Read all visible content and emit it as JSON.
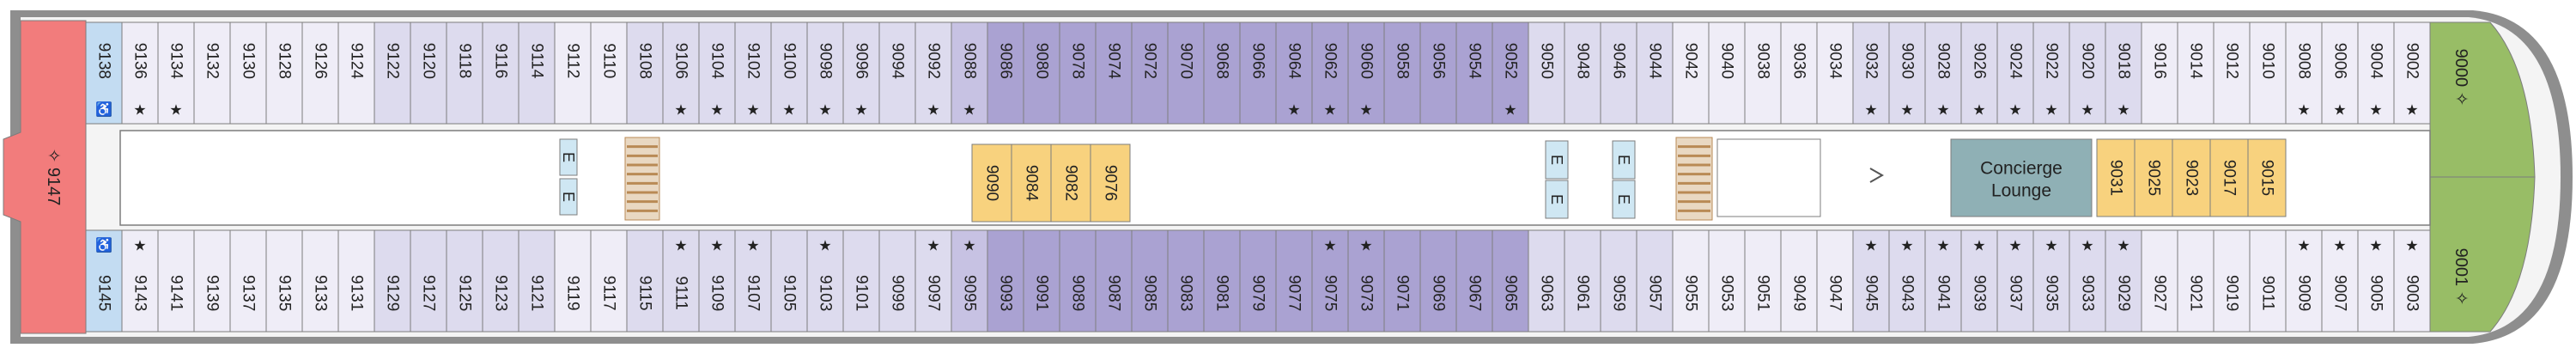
{
  "colors": {
    "cabin_1": "#efedf7",
    "cabin_2": "#dddbee",
    "cabin_3": "#c7c2e3",
    "cabin_4": "#aaa2d2",
    "suite_left": "#c3dcf2",
    "suite_bow": "#98bd66",
    "aft": "#f27c7c",
    "yellow": "#f8d27e",
    "lounge": "#8fb0b5",
    "hull": "#8e8e8e",
    "elevator": "#cfe7f3",
    "stairs": "#b98a55",
    "corridor": "#ffffff",
    "outline": "#7d7d7d"
  },
  "markers": {
    "star": "★",
    "diamond": "✧",
    "accessible": "♿"
  },
  "aft_cabin": {
    "label": "9147"
  },
  "top_row": [
    {
      "num": "9138",
      "style": "suite_left",
      "mark": "accessible"
    },
    {
      "num": "9136",
      "style": "cabin_1",
      "mark": "star"
    },
    {
      "num": "9134",
      "style": "cabin_1",
      "mark": "star"
    },
    {
      "num": "9132",
      "style": "cabin_1"
    },
    {
      "num": "9130",
      "style": "cabin_1"
    },
    {
      "num": "9128",
      "style": "cabin_1"
    },
    {
      "num": "9126",
      "style": "cabin_1"
    },
    {
      "num": "9124",
      "style": "cabin_1"
    },
    {
      "num": "9122",
      "style": "cabin_2"
    },
    {
      "num": "9120",
      "style": "cabin_2"
    },
    {
      "num": "9118",
      "style": "cabin_2"
    },
    {
      "num": "9116",
      "style": "cabin_2"
    },
    {
      "num": "9114",
      "style": "cabin_2"
    },
    {
      "num": "9112",
      "style": "cabin_1"
    },
    {
      "num": "9110",
      "style": "cabin_1"
    },
    {
      "num": "9108",
      "style": "cabin_2"
    },
    {
      "num": "9106",
      "style": "cabin_2",
      "mark": "star"
    },
    {
      "num": "9104",
      "style": "cabin_2",
      "mark": "star"
    },
    {
      "num": "9102",
      "style": "cabin_2",
      "mark": "star"
    },
    {
      "num": "9100",
      "style": "cabin_2",
      "mark": "star"
    },
    {
      "num": "9098",
      "style": "cabin_2",
      "mark": "star"
    },
    {
      "num": "9096",
      "style": "cabin_2",
      "mark": "star"
    },
    {
      "num": "9094",
      "style": "cabin_2"
    },
    {
      "num": "9092",
      "style": "cabin_2",
      "mark": "star"
    },
    {
      "num": "9088",
      "style": "cabin_3",
      "mark": "star"
    },
    {
      "num": "9086",
      "style": "cabin_4"
    },
    {
      "num": "9080",
      "style": "cabin_4"
    },
    {
      "num": "9078",
      "style": "cabin_4"
    },
    {
      "num": "9074",
      "style": "cabin_4"
    },
    {
      "num": "9072",
      "style": "cabin_4"
    },
    {
      "num": "9070",
      "style": "cabin_4"
    },
    {
      "num": "9068",
      "style": "cabin_4"
    },
    {
      "num": "9066",
      "style": "cabin_4"
    },
    {
      "num": "9064",
      "style": "cabin_4",
      "mark": "star"
    },
    {
      "num": "9062",
      "style": "cabin_4",
      "mark": "star"
    },
    {
      "num": "9060",
      "style": "cabin_4",
      "mark": "star"
    },
    {
      "num": "9058",
      "style": "cabin_4"
    },
    {
      "num": "9056",
      "style": "cabin_4"
    },
    {
      "num": "9054",
      "style": "cabin_4"
    },
    {
      "num": "9052",
      "style": "cabin_4",
      "mark": "star"
    },
    {
      "num": "9050",
      "style": "cabin_2"
    },
    {
      "num": "9048",
      "style": "cabin_2"
    },
    {
      "num": "9046",
      "style": "cabin_2"
    },
    {
      "num": "9044",
      "style": "cabin_2"
    },
    {
      "num": "9042",
      "style": "cabin_1"
    },
    {
      "num": "9040",
      "style": "cabin_1"
    },
    {
      "num": "9038",
      "style": "cabin_1"
    },
    {
      "num": "9036",
      "style": "cabin_1"
    },
    {
      "num": "9034",
      "style": "cabin_1"
    },
    {
      "num": "9032",
      "style": "cabin_2",
      "mark": "star"
    },
    {
      "num": "9030",
      "style": "cabin_2",
      "mark": "star"
    },
    {
      "num": "9028",
      "style": "cabin_2",
      "mark": "star"
    },
    {
      "num": "9026",
      "style": "cabin_2",
      "mark": "star"
    },
    {
      "num": "9024",
      "style": "cabin_2",
      "mark": "star"
    },
    {
      "num": "9022",
      "style": "cabin_2",
      "mark": "star"
    },
    {
      "num": "9020",
      "style": "cabin_2",
      "mark": "star"
    },
    {
      "num": "9018",
      "style": "cabin_2",
      "mark": "star"
    },
    {
      "num": "9016",
      "style": "cabin_1"
    },
    {
      "num": "9014",
      "style": "cabin_1"
    },
    {
      "num": "9012",
      "style": "cabin_1"
    },
    {
      "num": "9010",
      "style": "cabin_1"
    },
    {
      "num": "9008",
      "style": "cabin_1",
      "mark": "star"
    },
    {
      "num": "9006",
      "style": "cabin_1",
      "mark": "star"
    },
    {
      "num": "9004",
      "style": "cabin_1",
      "mark": "star"
    },
    {
      "num": "9002",
      "style": "cabin_1",
      "mark": "star"
    }
  ],
  "bottom_row": [
    {
      "num": "9145",
      "style": "suite_left",
      "mark": "accessible"
    },
    {
      "num": "9143",
      "style": "cabin_1",
      "mark": "star"
    },
    {
      "num": "9141",
      "style": "cabin_1"
    },
    {
      "num": "9139",
      "style": "cabin_1"
    },
    {
      "num": "9137",
      "style": "cabin_1"
    },
    {
      "num": "9135",
      "style": "cabin_1"
    },
    {
      "num": "9133",
      "style": "cabin_1"
    },
    {
      "num": "9131",
      "style": "cabin_1"
    },
    {
      "num": "9129",
      "style": "cabin_2"
    },
    {
      "num": "9127",
      "style": "cabin_2"
    },
    {
      "num": "9125",
      "style": "cabin_2"
    },
    {
      "num": "9123",
      "style": "cabin_2"
    },
    {
      "num": "9121",
      "style": "cabin_2"
    },
    {
      "num": "9119",
      "style": "cabin_1"
    },
    {
      "num": "9117",
      "style": "cabin_1"
    },
    {
      "num": "9115",
      "style": "cabin_2"
    },
    {
      "num": "9111",
      "style": "cabin_2",
      "mark": "star"
    },
    {
      "num": "9109",
      "style": "cabin_2",
      "mark": "star"
    },
    {
      "num": "9107",
      "style": "cabin_2",
      "mark": "star"
    },
    {
      "num": "9105",
      "style": "cabin_2"
    },
    {
      "num": "9103",
      "style": "cabin_2",
      "mark": "star"
    },
    {
      "num": "9101",
      "style": "cabin_2"
    },
    {
      "num": "9099",
      "style": "cabin_2"
    },
    {
      "num": "9097",
      "style": "cabin_2",
      "mark": "star"
    },
    {
      "num": "9095",
      "style": "cabin_3",
      "mark": "star"
    },
    {
      "num": "9093",
      "style": "cabin_4"
    },
    {
      "num": "9091",
      "style": "cabin_4"
    },
    {
      "num": "9089",
      "style": "cabin_4"
    },
    {
      "num": "9087",
      "style": "cabin_4"
    },
    {
      "num": "9085",
      "style": "cabin_4"
    },
    {
      "num": "9083",
      "style": "cabin_4"
    },
    {
      "num": "9081",
      "style": "cabin_4"
    },
    {
      "num": "9079",
      "style": "cabin_4"
    },
    {
      "num": "9077",
      "style": "cabin_4"
    },
    {
      "num": "9075",
      "style": "cabin_4",
      "mark": "star"
    },
    {
      "num": "9073",
      "style": "cabin_4",
      "mark": "star"
    },
    {
      "num": "9071",
      "style": "cabin_4"
    },
    {
      "num": "9069",
      "style": "cabin_4"
    },
    {
      "num": "9067",
      "style": "cabin_4"
    },
    {
      "num": "9065",
      "style": "cabin_4"
    },
    {
      "num": "9063",
      "style": "cabin_2"
    },
    {
      "num": "9061",
      "style": "cabin_2"
    },
    {
      "num": "9059",
      "style": "cabin_2"
    },
    {
      "num": "9057",
      "style": "cabin_2"
    },
    {
      "num": "9055",
      "style": "cabin_1"
    },
    {
      "num": "9053",
      "style": "cabin_1"
    },
    {
      "num": "9051",
      "style": "cabin_1"
    },
    {
      "num": "9049",
      "style": "cabin_1"
    },
    {
      "num": "9047",
      "style": "cabin_1"
    },
    {
      "num": "9045",
      "style": "cabin_2",
      "mark": "star"
    },
    {
      "num": "9043",
      "style": "cabin_2",
      "mark": "star"
    },
    {
      "num": "9041",
      "style": "cabin_2",
      "mark": "star"
    },
    {
      "num": "9039",
      "style": "cabin_2",
      "mark": "star"
    },
    {
      "num": "9037",
      "style": "cabin_2",
      "mark": "star"
    },
    {
      "num": "9035",
      "style": "cabin_2",
      "mark": "star"
    },
    {
      "num": "9033",
      "style": "cabin_2",
      "mark": "star"
    },
    {
      "num": "9029",
      "style": "cabin_2",
      "mark": "star"
    },
    {
      "num": "9027",
      "style": "cabin_1"
    },
    {
      "num": "9021",
      "style": "cabin_1"
    },
    {
      "num": "9019",
      "style": "cabin_1"
    },
    {
      "num": "9011",
      "style": "cabin_1"
    },
    {
      "num": "9009",
      "style": "cabin_1",
      "mark": "star"
    },
    {
      "num": "9007",
      "style": "cabin_1",
      "mark": "star"
    },
    {
      "num": "9005",
      "style": "cabin_1",
      "mark": "star"
    },
    {
      "num": "9003",
      "style": "cabin_1",
      "mark": "star"
    }
  ],
  "bow_suites": [
    {
      "num": "9000",
      "mark": "diamond",
      "position": "top"
    },
    {
      "num": "9001",
      "mark": "diamond",
      "position": "bottom"
    }
  ],
  "inner_cabins": [
    {
      "num": "9090",
      "style": "yellow"
    },
    {
      "num": "9084",
      "style": "yellow"
    },
    {
      "num": "9082",
      "style": "yellow"
    },
    {
      "num": "9076",
      "style": "yellow"
    },
    {
      "num": "9031",
      "style": "yellow"
    },
    {
      "num": "9025",
      "style": "yellow"
    },
    {
      "num": "9023",
      "style": "yellow"
    },
    {
      "num": "9017",
      "style": "yellow"
    },
    {
      "num": "9015",
      "style": "yellow"
    }
  ],
  "lounge": {
    "line1": "Concierge",
    "line2": "Lounge"
  },
  "elevator_label": "E"
}
